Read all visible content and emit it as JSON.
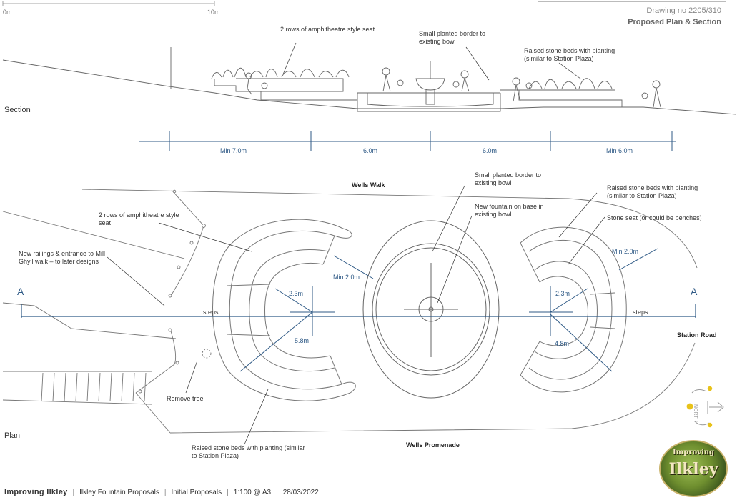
{
  "scale": {
    "zero": "0m",
    "ten": "10m"
  },
  "titlebox": {
    "drawing_no": "Drawing no 2205/310",
    "title": "Proposed Plan & Section"
  },
  "section": {
    "label": "Section",
    "ann_seat": "2 rows of amphitheatre style seat",
    "ann_border": "Small planted border to existing bowl",
    "ann_beds": "Raised stone beds with planting (similar to Station Plaza)",
    "dims": [
      "Min 7.0m",
      "6.0m",
      "6.0m",
      "Min 6.0m"
    ]
  },
  "plan": {
    "label": "Plan",
    "wells_walk": "Wells Walk",
    "wells_promenade": "Wells Promenade",
    "station_road": "Station Road",
    "ann_seat": "2 rows of amphitheatre style seat",
    "ann_railings": "New railings & entrance to Mill Ghyll walk – to later designs",
    "ann_border": "Small planted border to existing bowl",
    "ann_fountain": "New fountain on base in existing bowl",
    "ann_beds_right": "Raised stone beds with planting (similar to Station Plaza)",
    "ann_stone_seat": "Stone seat (or could be benches)",
    "ann_remove_tree": "Remove tree",
    "ann_beds_bottom": "Raised stone beds with planting (similar to Station Plaza)",
    "steps_left": "steps",
    "steps_right": "steps",
    "section_mark_left": "A",
    "section_mark_right": "A",
    "dim_min2_left": "Min 2.0m",
    "dim_min2_right": "Min 2.0m",
    "dim_23_left": "2.3m",
    "dim_23_right": "2.3m",
    "dim_58": "5.8m",
    "dim_48": "4.8m"
  },
  "north": {
    "label": "NORTH"
  },
  "logo": {
    "line1": "Improving",
    "line2": "Ilkley"
  },
  "footer": {
    "org": "Improving  Ilkley",
    "project": "Ilkley  Fountain  Proposals",
    "stage": "Initial Proposals",
    "scale": "1:100 @ A3",
    "date": "28/03/2022"
  },
  "colors": {
    "dimension": "#2f5a86",
    "linework": "#555555",
    "logo_gold": "#e8c21a"
  }
}
